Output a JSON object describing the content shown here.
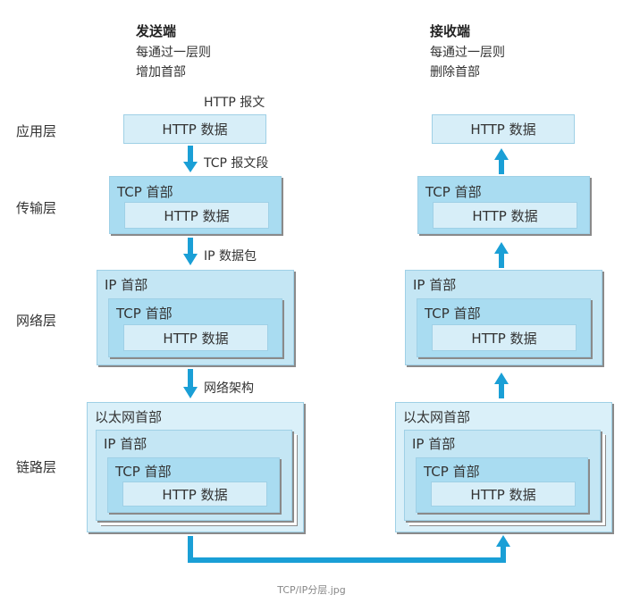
{
  "sender": {
    "title": "发送端",
    "line1": "每通过一层则",
    "line2": "增加首部"
  },
  "receiver": {
    "title": "接收端",
    "line1": "每通过一层则",
    "line2": "删除首部"
  },
  "layers": {
    "application": "应用层",
    "transport": "传输层",
    "network": "网络层",
    "link": "链路层"
  },
  "flow_labels": {
    "http_message": "HTTP 报文",
    "tcp_segment": "TCP 报文段",
    "ip_packet": "IP 数据包",
    "network_frame": "网络架构"
  },
  "headers": {
    "http_data": "HTTP 数据",
    "tcp_header": "TCP 首部",
    "ip_header": "IP 首部",
    "ethernet_header": "以太网首部"
  },
  "caption": "TCP/IP分层.jpg",
  "colors": {
    "arrow": "#1a9fd6",
    "box_border": "#9fd0e6"
  }
}
